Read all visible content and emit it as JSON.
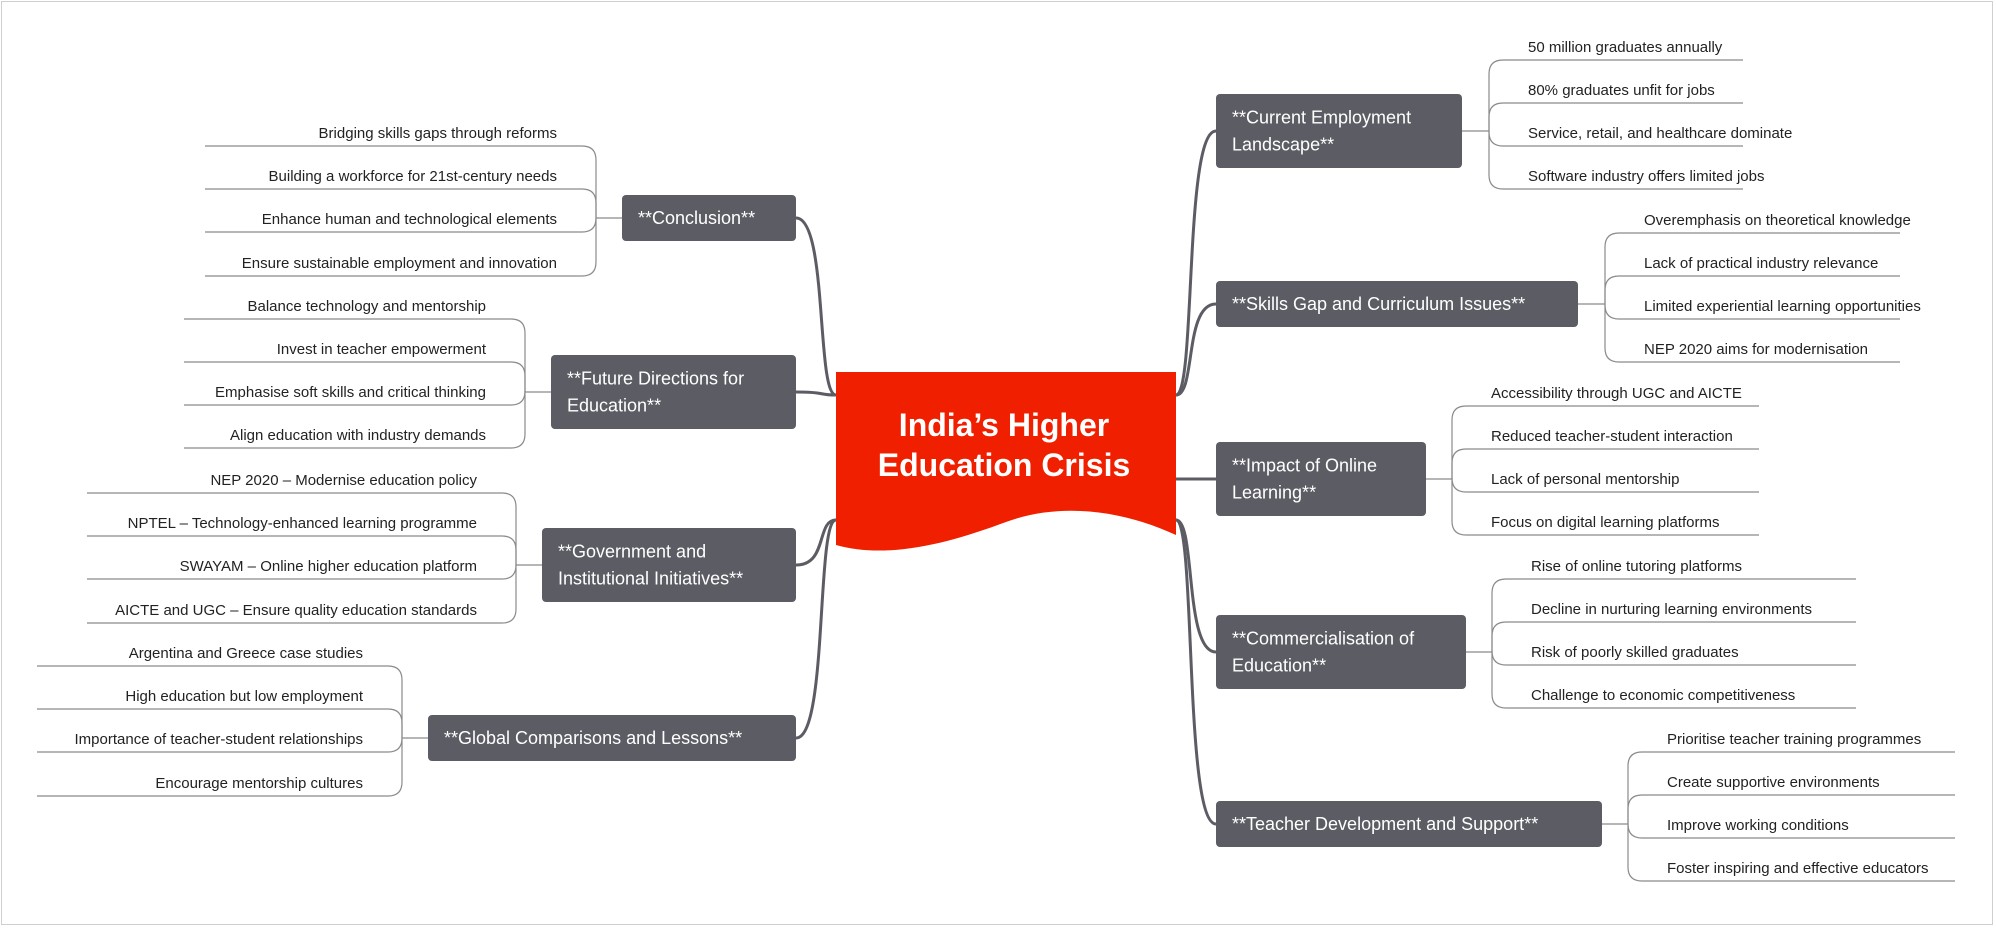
{
  "central": {
    "title_lines": [
      "India’s Higher",
      "Education Crisis"
    ],
    "color": "#f01f00"
  },
  "colors": {
    "branch_box": "#5c5c64",
    "branch_text": "#ffffff",
    "connector": "#5c5c64",
    "leaf_text": "#222222",
    "leaf_line": "#8a8a8a"
  },
  "branches": [
    {
      "id": "employment",
      "side": "right",
      "lines": [
        "**Current Employment",
        "Landscape**"
      ],
      "leaves": [
        "50 million graduates annually",
        "80% graduates unfit for jobs",
        "Service, retail, and healthcare dominate",
        "Software industry offers limited jobs"
      ]
    },
    {
      "id": "skills",
      "side": "right",
      "lines": [
        "**Skills Gap and Curriculum Issues**"
      ],
      "leaves": [
        "Overemphasis on theoretical knowledge",
        "Lack of practical industry relevance",
        "Limited experiential learning opportunities",
        "NEP 2020 aims for modernisation"
      ]
    },
    {
      "id": "online",
      "side": "right",
      "lines": [
        "**Impact of Online",
        "Learning**"
      ],
      "leaves": [
        "Accessibility through UGC and AICTE",
        "Reduced teacher-student interaction",
        "Lack of personal mentorship",
        "Focus on digital learning platforms"
      ]
    },
    {
      "id": "commercial",
      "side": "right",
      "lines": [
        "**Commercialisation of",
        "Education**"
      ],
      "leaves": [
        "Rise of online tutoring platforms",
        "Decline in nurturing learning environments",
        "Risk of poorly skilled graduates",
        "Challenge to economic competitiveness"
      ]
    },
    {
      "id": "teacher",
      "side": "right",
      "lines": [
        "**Teacher Development and Support**"
      ],
      "leaves": [
        "Prioritise teacher training programmes",
        "Create supportive environments",
        "Improve working conditions",
        "Foster inspiring and effective educators"
      ]
    },
    {
      "id": "conclusion",
      "side": "left",
      "lines": [
        "**Conclusion**"
      ],
      "leaves": [
        "Bridging skills gaps through reforms",
        "Building a workforce for 21st-century needs",
        "Enhance human and technological elements",
        "Ensure sustainable employment and innovation"
      ]
    },
    {
      "id": "future",
      "side": "left",
      "lines": [
        "**Future Directions for",
        "Education**"
      ],
      "leaves": [
        "Balance technology and mentorship",
        "Invest in teacher empowerment",
        "Emphasise soft skills and critical thinking",
        "Align education with industry demands"
      ]
    },
    {
      "id": "government",
      "side": "left",
      "lines": [
        "**Government and",
        "Institutional Initiatives**"
      ],
      "leaves": [
        "NEP 2020 – Modernise education policy",
        "NPTEL – Technology-enhanced learning programme",
        "SWAYAM – Online higher education platform",
        "AICTE and UGC – Ensure quality education standards"
      ]
    },
    {
      "id": "global",
      "side": "left",
      "lines": [
        "**Global Comparisons and Lessons**"
      ],
      "leaves": [
        "Argentina and Greece case studies",
        "High education but low employment",
        "Importance of teacher-student relationships",
        "Encourage mentorship cultures"
      ]
    }
  ]
}
